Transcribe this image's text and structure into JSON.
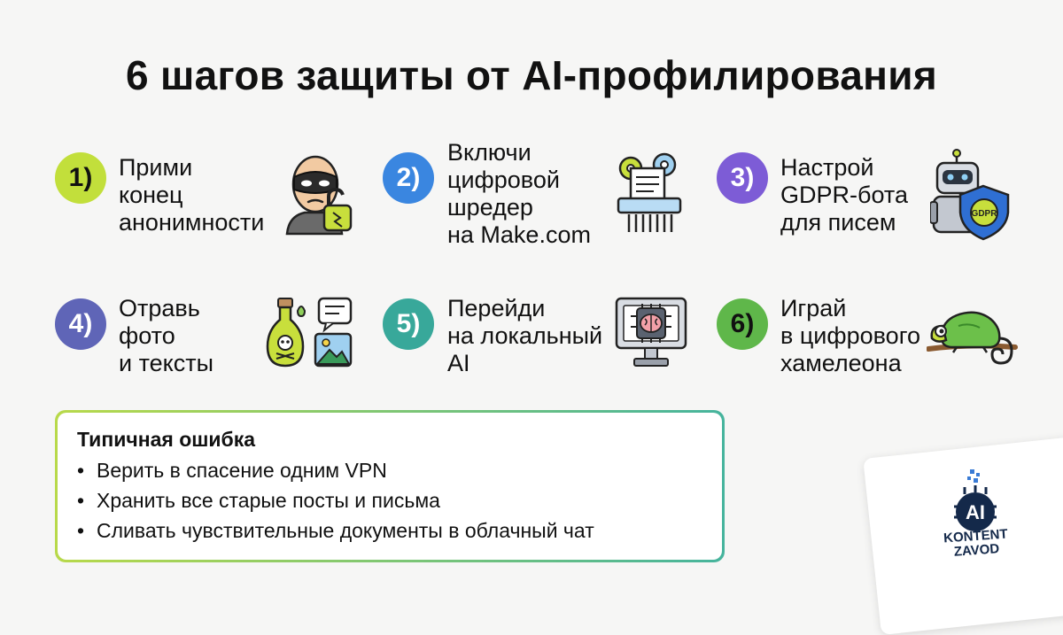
{
  "title": "6 шагов защиты от AI-профилирования",
  "steps": [
    {
      "number": "1)",
      "lines": [
        "Прими",
        "конец",
        "анонимности"
      ],
      "icon": "masked-face-icon",
      "color": "#c2df3b"
    },
    {
      "number": "2)",
      "lines": [
        "Включи",
        "цифровой",
        "шредер",
        "на Make.com"
      ],
      "icon": "shredder-icon",
      "color": "#3a86e0"
    },
    {
      "number": "3)",
      "lines": [
        "Настрой",
        "GDPR-бота",
        "для писем"
      ],
      "icon": "gdpr-robot-icon",
      "color": "#7d5cd6"
    },
    {
      "number": "4)",
      "lines": [
        "Отравь",
        "фото",
        "и тексты"
      ],
      "icon": "poison-bottle-icon",
      "color": "#5f65b7"
    },
    {
      "number": "5)",
      "lines": [
        "Перейди",
        "на локальный",
        "AI"
      ],
      "icon": "local-ai-monitor-icon",
      "color": "#38a89a"
    },
    {
      "number": "6)",
      "lines": [
        "Играй",
        "в цифрового",
        "хамелеона"
      ],
      "icon": "chameleon-icon",
      "color": "#5fb74a"
    }
  ],
  "mistake": {
    "title": "Типичная ошибка",
    "bullet": "•",
    "items": [
      "Верить в спасение одним VPN",
      "Хранить все старые посты и письма",
      "Сливать чувствительные документы в облачный чат"
    ]
  },
  "logo": {
    "badge": "AI",
    "line1": "KONTENT",
    "line2": "ZAVOD"
  }
}
